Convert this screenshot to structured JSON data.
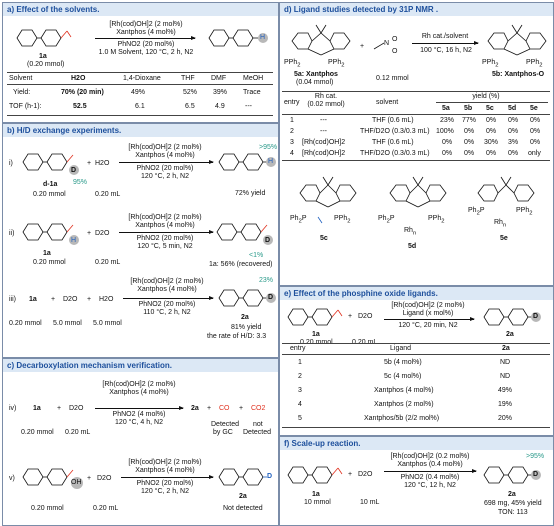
{
  "a": {
    "title": "a) Effect of the solvents.",
    "sub": "1a",
    "amount": "(0.20 mmol)",
    "cond1": "[Rh(cod)OH]2 (2 mol%)",
    "cond2": "Xantphos (4 mol%)",
    "cond3": "PhNO2 (20 mol%)",
    "cond4": "1.0 M Solvent, 120 °C, 2 h, N2",
    "dlabel": "H",
    "table": {
      "headers": [
        "Solvent",
        "H2O",
        "1,4-Dioxane",
        "THF",
        "DMF",
        "MeOH"
      ],
      "rows": [
        [
          "Yield:",
          "70% (20 min)",
          "49%",
          "52%",
          "39%",
          "Trace"
        ],
        [
          "TOF (h-1):",
          "52.5",
          "6.1",
          "6.5",
          "4.9",
          "---"
        ]
      ]
    }
  },
  "b": {
    "title": "b) H/D exchange experiments.",
    "i": {
      "num": "i)",
      "sub": "d-1a",
      "pct95": "95%",
      "amt1": "0.20 mmol",
      "plus": "+",
      "reag": "H2O",
      "amt2": "0.20 mL",
      "c1": "[Rh(cod)OH]2 (2 mol%)",
      "c2": "Xantphos (4 mol%)",
      "c3": "PhNO2 (20 mol%)",
      "c4": "120 °C, 2 h, N2",
      "pct": ">95%",
      "yield": "72% yield",
      "D": "D",
      "H": "H"
    },
    "ii": {
      "num": "ii)",
      "sub": "1a",
      "amt1": "0.20 mmol",
      "plus": "+",
      "reag": "D2O",
      "amt2": "0.20 mL",
      "c1": "[Rh(cod)OH]2 (2 mol%)",
      "c2": "Xantphos (4 mol%)",
      "c3": "PhNO2 (20 mol%)",
      "c4": "120 °C, 5 min, N2",
      "pct": "<1%",
      "yield": "1a: 56% (recovered)",
      "D": "D",
      "H": "H"
    },
    "iii": {
      "num": "iii)",
      "sub": "1a",
      "plus": "+",
      "reag1": "D2O",
      "reag2": "H2O",
      "amt1": "0.20 mmol",
      "amt2": "5.0 mmol",
      "amt3": "5.0 mmol",
      "c1": "[Rh(cod)OH]2 (2 mol%)",
      "c2": "Xantphos (4 mol%)",
      "c3": "PhNO2 (20 mol%)",
      "c4": "110 °C, 2 h, N2",
      "pct": "23%",
      "prod": "2a",
      "yield1": "81% yield",
      "yield2": "the rate of H/D: 3.3",
      "D": "D"
    }
  },
  "c": {
    "title": "c) Decarboxylation mechanism verification.",
    "iv": {
      "num": "iv)",
      "sub": "1a",
      "plus": "+",
      "reag": "D2O",
      "amt1": "0.20 mmol",
      "amt2": "0.20 mL",
      "c1": "[Rh(cod)OH]2 (2 mol%)",
      "c2": "Xantphos (4 mol%)",
      "c3": "PhNO2 (4 mol%)",
      "c4": "120 °C, 4 h, N2",
      "prod": "2a",
      "co": "CO",
      "co2": "CO2",
      "note1a": "Detected",
      "note1b": "by GC",
      "note2a": "not",
      "note2b": "Detected"
    },
    "v": {
      "num": "v)",
      "plus": "+",
      "reag": "D2O",
      "amt1": "0.20 mmol",
      "amt2": "0.20 mL",
      "c1": "[Rh(cod)OH]2 (2 mol%)",
      "c2": "Xantphos (4 mol%)",
      "c3": "PhNO2 (20 mol%)",
      "c4": "120 °C, 2 h, N2",
      "prod": "2a",
      "note": "Not detected",
      "OH": "OH",
      "D": "D"
    }
  },
  "d": {
    "title": "d) Ligand studies detected by 31P NMR .",
    "lig1": "5a: Xantphos",
    "lig1amt": "(0.04 mmol)",
    "no2amt": "0.12 mmol",
    "c1": "Rh cat./solvent",
    "c2": "100 °C, 16 h, N2",
    "prod": "5b: Xantphos-O",
    "table": {
      "h_entry": "entry",
      "h_cat1": "Rh cat.",
      "h_cat2": "(0.02 mmol)",
      "h_solvent": "solvent",
      "h_yield": "yield (%)",
      "subh": [
        "5a",
        "5b",
        "5c",
        "5d",
        "5e"
      ],
      "rows": [
        [
          "1",
          "---",
          "THF (0.6 mL)",
          "23%",
          "77%",
          "0%",
          "0%",
          "0%"
        ],
        [
          "2",
          "---",
          "THF/D2O (0.3/0.3 mL)",
          "100%",
          "0%",
          "0%",
          "0%",
          "0%"
        ],
        [
          "3",
          "[Rh(cod)OH]2",
          "THF (0.6 mL)",
          "0%",
          "0%",
          "30%",
          "3%",
          "0%"
        ],
        [
          "4",
          "[Rh(cod)OH]2",
          "THF/D2O (0.3/0.3 mL)",
          "0%",
          "0%",
          "0%",
          "0%",
          "only"
        ]
      ]
    },
    "labels": [
      "5c",
      "5d",
      "5e"
    ]
  },
  "e": {
    "title": "e) Effect of the phosphine oxide ligands.",
    "sub": "1a",
    "amt1": "0.20 mmol",
    "plus": "+",
    "reag": "D2O",
    "amt2": "0.20 mL",
    "c1": "[Rh(cod)OH]2 (2 mol%)",
    "c2": "Ligand (x mol%)",
    "c3": "120 °C, 20 min, N2",
    "prod": "2a",
    "D": "D",
    "table": {
      "headers": [
        "entry",
        "Ligand",
        "2a"
      ],
      "rows": [
        [
          "1",
          "5b (4 mol%)",
          "ND"
        ],
        [
          "2",
          "5c (4 mol%)",
          "ND"
        ],
        [
          "3",
          "Xantphos (4 mol%)",
          "49%"
        ],
        [
          "4",
          "Xantphos (2 mol%)",
          "19%"
        ],
        [
          "5",
          "Xantphos/5b (2/2 mol%)",
          "20%"
        ]
      ]
    }
  },
  "f": {
    "title": "f) Scale-up reaction.",
    "sub": "1a",
    "amt1": "10 mmol",
    "plus": "+",
    "reag": "D2O",
    "amt2": "10 mL",
    "c1": "[Rh(cod)OH]2 (0.2 mol%)",
    "c2": "Xantphos (0.4 mol%)",
    "c3": "PhNO2 (0.4 mol%)",
    "c4": "120 °C, 12 h, N2",
    "pct": ">95%",
    "prod": "2a",
    "yield1": "698 mg, 45% yield",
    "yield2": "TON: 113",
    "D": "D"
  }
}
